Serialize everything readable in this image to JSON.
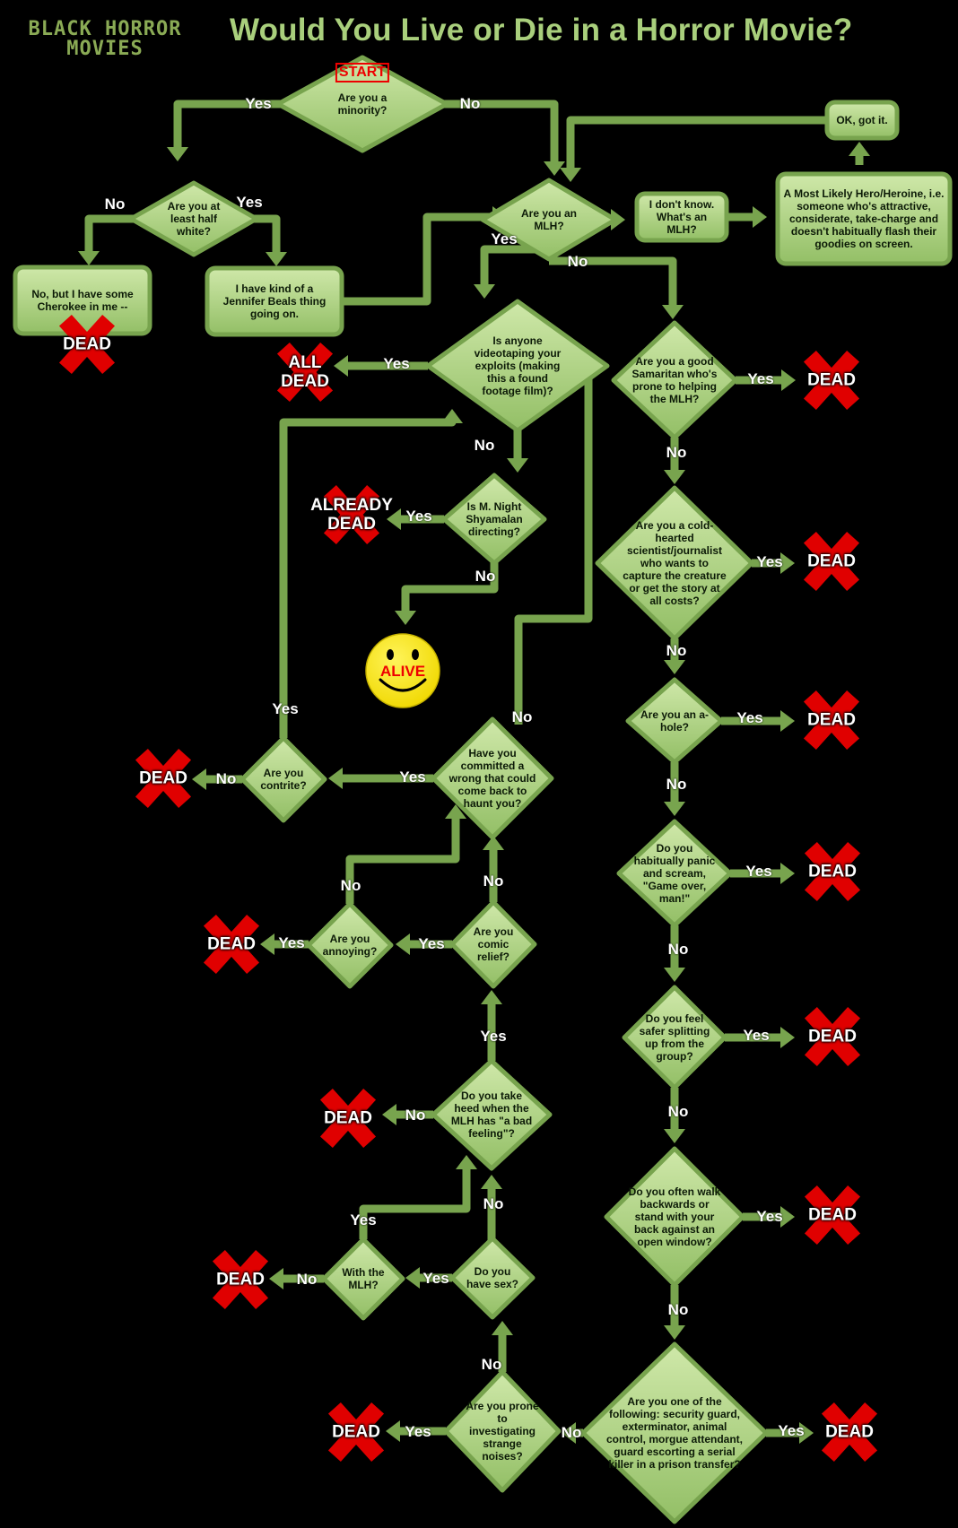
{
  "header": {
    "title": "Would You Live or Die in a Horror Movie?",
    "logo_line1": "BLACK HORROR",
    "logo_line2": "MOVIES"
  },
  "start_label": "START",
  "colors": {
    "background": "#000000",
    "node_fill": "#a9cf7c",
    "arrow": "#78a44e",
    "title": "#a9cf7c",
    "x_mark": "#e00000",
    "smiley": "#ffee00"
  },
  "nodes": [
    {
      "id": "q_minority",
      "kind": "diamond",
      "text": "Are you a minority?"
    },
    {
      "id": "q_half_white",
      "kind": "diamond",
      "text": "Are you at least half white?"
    },
    {
      "id": "b_cherokee",
      "kind": "box",
      "text": "No, but I have some Cherokee in me --"
    },
    {
      "id": "b_beals",
      "kind": "box",
      "text": "I have kind of a Jennifer Beals thing going on."
    },
    {
      "id": "q_mlh",
      "kind": "diamond",
      "text": "Are you an MLH?"
    },
    {
      "id": "b_dont_know",
      "kind": "box",
      "text": "I don't know. What's an MLH?"
    },
    {
      "id": "b_mlh_def",
      "kind": "box",
      "text": "A Most Likely Hero/Heroine, i.e. someone who's attractive, considerate, take-charge and doesn't habitually flash their goodies on screen."
    },
    {
      "id": "b_ok",
      "kind": "box",
      "text": "OK, got it."
    },
    {
      "id": "q_video",
      "kind": "diamond",
      "text": "Is anyone videotaping your exploits (making this a found footage film)?"
    },
    {
      "id": "q_shyamalan",
      "kind": "diamond",
      "text": "Is M. Night Shyamalan directing?"
    },
    {
      "id": "q_samaritan",
      "kind": "diamond",
      "text": "Are you a good Samaritan who's prone to helping the MLH?"
    },
    {
      "id": "q_scientist",
      "kind": "diamond",
      "text": "Are you a cold-hearted scientist/journalist who wants to capture the creature or get the story at all costs?"
    },
    {
      "id": "q_ahole",
      "kind": "diamond",
      "text": "Are you an a-hole?"
    },
    {
      "id": "q_panic",
      "kind": "diamond",
      "text": "Do you habitually panic and scream, \"Game over, man!\""
    },
    {
      "id": "q_split",
      "kind": "diamond",
      "text": "Do you feel safer splitting up from the group?"
    },
    {
      "id": "q_window",
      "kind": "diamond",
      "text": "Do you often walk backwards or stand with your back against an open window?"
    },
    {
      "id": "q_occupation",
      "kind": "diamond",
      "text": "Are you one of the following: security guard, exterminator, animal control, morgue attendant, guard escorting a serial killer in a prison transfer?"
    },
    {
      "id": "q_noises",
      "kind": "diamond",
      "text": "Are you prone to investigating strange noises?"
    },
    {
      "id": "q_sex",
      "kind": "diamond",
      "text": "Do you have sex?"
    },
    {
      "id": "q_with_mlh",
      "kind": "diamond",
      "text": "With the MLH?"
    },
    {
      "id": "q_bad_feeling",
      "kind": "diamond",
      "text": "Do you take heed when the MLH has \"a bad feeling\"?"
    },
    {
      "id": "q_comic",
      "kind": "diamond",
      "text": "Are you comic relief?"
    },
    {
      "id": "q_annoying",
      "kind": "diamond",
      "text": "Are you annoying?"
    },
    {
      "id": "q_wrong",
      "kind": "diamond",
      "text": "Have you committed a wrong that could come back to haunt you?"
    },
    {
      "id": "q_contrite",
      "kind": "diamond",
      "text": "Are you contrite?"
    }
  ],
  "outcomes": [
    {
      "id": "r_cherokee",
      "text": "DEAD"
    },
    {
      "id": "r_all_dead",
      "text": "ALL DEAD"
    },
    {
      "id": "r_already",
      "text": "ALREADY DEAD"
    },
    {
      "id": "r_alive",
      "text": "ALIVE"
    },
    {
      "id": "r_samaritan",
      "text": "DEAD"
    },
    {
      "id": "r_scientist",
      "text": "DEAD"
    },
    {
      "id": "r_ahole",
      "text": "DEAD"
    },
    {
      "id": "r_panic",
      "text": "DEAD"
    },
    {
      "id": "r_split",
      "text": "DEAD"
    },
    {
      "id": "r_window",
      "text": "DEAD"
    },
    {
      "id": "r_occupation",
      "text": "DEAD"
    },
    {
      "id": "r_noises",
      "text": "DEAD"
    },
    {
      "id": "r_with_mlh",
      "text": "DEAD"
    },
    {
      "id": "r_bad_feeling",
      "text": "DEAD"
    },
    {
      "id": "r_annoying",
      "text": "DEAD"
    },
    {
      "id": "r_contrite",
      "text": "DEAD"
    }
  ],
  "edge_labels": [
    {
      "id": "e_min_yes",
      "text": "Yes"
    },
    {
      "id": "e_min_no",
      "text": "No"
    },
    {
      "id": "e_hw_no",
      "text": "No"
    },
    {
      "id": "e_hw_yes",
      "text": "Yes"
    },
    {
      "id": "e_mlh_yes",
      "text": "Yes"
    },
    {
      "id": "e_mlh_no",
      "text": "No"
    },
    {
      "id": "e_video_yes",
      "text": "Yes"
    },
    {
      "id": "e_video_no",
      "text": "No"
    },
    {
      "id": "e_shy_yes",
      "text": "Yes"
    },
    {
      "id": "e_shy_no",
      "text": "No"
    },
    {
      "id": "e_sam_yes",
      "text": "Yes"
    },
    {
      "id": "e_sam_no",
      "text": "No"
    },
    {
      "id": "e_sci_yes",
      "text": "Yes"
    },
    {
      "id": "e_sci_no",
      "text": "No"
    },
    {
      "id": "e_ah_yes",
      "text": "Yes"
    },
    {
      "id": "e_ah_no",
      "text": "No"
    },
    {
      "id": "e_pan_yes",
      "text": "Yes"
    },
    {
      "id": "e_pan_no",
      "text": "No"
    },
    {
      "id": "e_spl_yes",
      "text": "Yes"
    },
    {
      "id": "e_spl_no",
      "text": "No"
    },
    {
      "id": "e_win_yes",
      "text": "Yes"
    },
    {
      "id": "e_win_no",
      "text": "No"
    },
    {
      "id": "e_occ_yes",
      "text": "Yes"
    },
    {
      "id": "e_occ_no",
      "text": "No"
    },
    {
      "id": "e_noi_yes",
      "text": "Yes"
    },
    {
      "id": "e_noi_no",
      "text": "No"
    },
    {
      "id": "e_sex_no",
      "text": "No"
    },
    {
      "id": "e_sex_yes",
      "text": "Yes"
    },
    {
      "id": "e_wm_no",
      "text": "No"
    },
    {
      "id": "e_wm_yes",
      "text": "Yes"
    },
    {
      "id": "e_bf_no",
      "text": "No"
    },
    {
      "id": "e_bf_yes",
      "text": "Yes"
    },
    {
      "id": "e_com_yes",
      "text": "Yes"
    },
    {
      "id": "e_com_no",
      "text": "No"
    },
    {
      "id": "e_ann_yes",
      "text": "Yes"
    },
    {
      "id": "e_ann_no",
      "text": "No"
    },
    {
      "id": "e_wr_yes",
      "text": "Yes"
    },
    {
      "id": "e_wr_no",
      "text": "No"
    },
    {
      "id": "e_con_no",
      "text": "No"
    },
    {
      "id": "e_con_yes",
      "text": "Yes"
    }
  ]
}
